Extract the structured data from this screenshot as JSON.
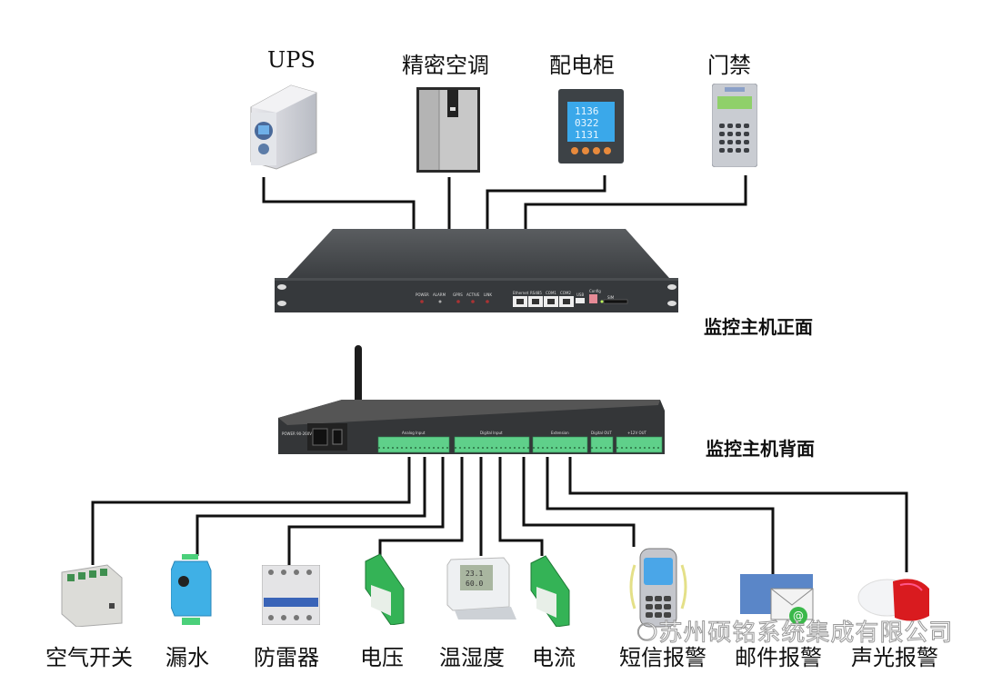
{
  "top_devices": [
    {
      "label": "UPS",
      "icon": "ups-icon"
    },
    {
      "label": "精密空调",
      "icon": "air-conditioner-icon"
    },
    {
      "label": "配电柜",
      "icon": "power-meter-icon"
    },
    {
      "label": "门禁",
      "icon": "access-control-icon"
    }
  ],
  "meter_readings": [
    "1136",
    "0322",
    "1131"
  ],
  "host_front": {
    "label": "监控主机正面",
    "leds": [
      "POWER",
      "ALARM",
      "GPRS",
      "ACTIVE",
      "LINK"
    ],
    "ports": [
      "Ethernet",
      "RS485",
      "COM1",
      "COM2"
    ],
    "usb": "USB",
    "config": "Config",
    "sim": "SIM"
  },
  "host_back": {
    "label": "监控主机背面",
    "power_label": "POWER 90-260V",
    "terminal_groups": [
      "Analog Input",
      "Digital Input",
      "Extension",
      "Digital OUT",
      "+12V OUT"
    ]
  },
  "bottom_devices": [
    {
      "label": "空气开关",
      "icon": "surge-protector-icon"
    },
    {
      "label": "漏水",
      "icon": "water-leak-sensor-icon"
    },
    {
      "label": "防雷器",
      "icon": "circuit-breaker-icon"
    },
    {
      "label": "电压",
      "icon": "voltage-transmitter-icon"
    },
    {
      "label": "温湿度",
      "icon": "temp-humidity-sensor-icon"
    },
    {
      "label": "电流",
      "icon": "current-transmitter-icon"
    },
    {
      "label": "短信报警",
      "icon": "mobile-phone-icon"
    },
    {
      "label": "邮件报警",
      "icon": "email-icon"
    },
    {
      "label": "声光报警",
      "icon": "siren-icon"
    }
  ],
  "th_readings": [
    "23.1",
    "60.0"
  ],
  "watermark": "苏州硕铭系统集成有限公司"
}
